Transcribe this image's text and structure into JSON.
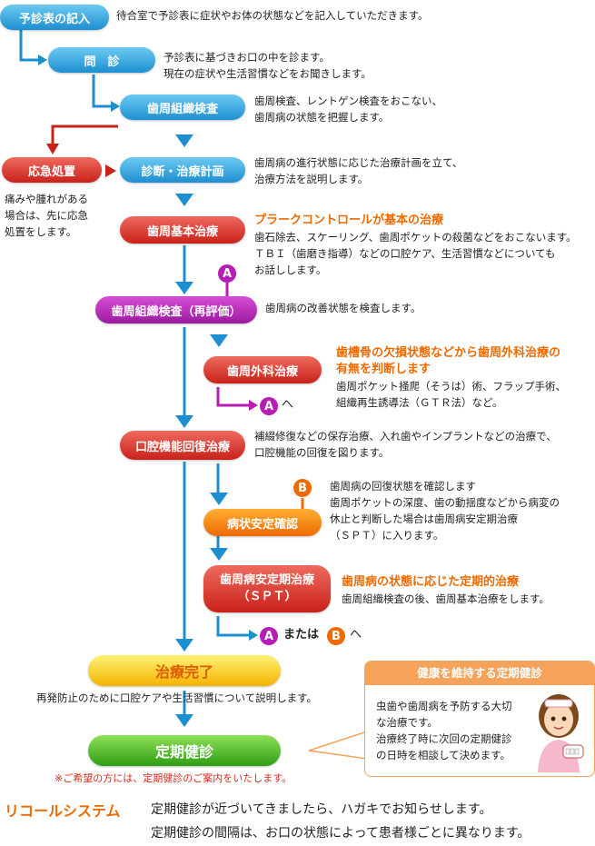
{
  "steps": {
    "s1": {
      "label": "予診表の記入",
      "desc": "待合室で予診表に症状やお体の状態などを記入していただきます。"
    },
    "s2": {
      "label": "問　診",
      "desc1": "予診表に基づきお口の中を診ます。",
      "desc2": "現在の症状や生活習慣などをお聞きします。"
    },
    "s3": {
      "label": "歯周組織検査",
      "desc1": "歯周検査、レントゲン検査をおこない、",
      "desc2": "歯周病の状態を把握します。"
    },
    "emergency": {
      "label": "応急処置",
      "desc1": "痛みや腫れがある",
      "desc2": "場合は、先に応急",
      "desc3": "処置をします。"
    },
    "s4": {
      "label": "診断・治療計画",
      "desc1": "歯周病の進行状態に応じた治療計画を立て、",
      "desc2": "治療方法を説明します。"
    },
    "s5": {
      "label": "歯周基本治療",
      "highlight": "プラークコントロールが基本の治療",
      "desc1": "歯石除去、スケーリング、歯周ポケットの殺菌などをおこないます。",
      "desc2": "ＴＢＩ（歯磨き指導）などの口腔ケア、生活習慣などについても",
      "desc3": "お話しします。"
    },
    "s6": {
      "label": "歯周組織検査（再評価）",
      "desc": "歯周病の改善状態を検査します。"
    },
    "s7": {
      "label": "歯周外科治療",
      "highlight1": "歯槽骨の欠損状態などから歯周外科治療の",
      "highlight2": "有無を判断します",
      "desc1": "歯周ポケット掻爬（そうは）術、フラップ手術、",
      "desc2": "組織再生誘導法（ＧＴＲ法）など。"
    },
    "s8": {
      "label": "口腔機能回復治療",
      "desc1": "補綴修復などの保存治療、入れ歯やインプラントなどの治療で、",
      "desc2": "口腔機能の回復を図ります。"
    },
    "s9": {
      "label": "病状安定確認",
      "desc1": "歯周病の回復状態を確認します",
      "desc2": "歯周ポケットの深度、歯の動揺度などから病変の",
      "desc3": "休止と判断した場合は歯周病安定期治療",
      "desc4": "（ＳＰＴ）に入ります。"
    },
    "s10": {
      "label1": "歯周病安定期治療",
      "label2": "（ＳＰＴ）",
      "highlight": "歯周病の状態に応じた定期的治療",
      "desc": "歯周組織検査の後、歯周基本治療をします。"
    },
    "s11": {
      "label": "治療完了",
      "desc": "再発防止のために口腔ケアや生活習慣について説明します。"
    },
    "s12": {
      "label": "定期健診",
      "note": "※ご希望の方には、定期健診のご案内をいたします。"
    }
  },
  "markers": {
    "a": "A",
    "b": "B",
    "to": "へ",
    "or": "または"
  },
  "callout": {
    "title": "健康を維持する定期健診",
    "line1": "虫歯や歯周病を予防する大切",
    "line2": "な治療です。",
    "line3": "治療終了時に次回の定期健診",
    "line4": "の日時を相談して決めます。"
  },
  "recall": {
    "title": "リコールシステム",
    "line1": "定期健診が近づいてきましたら、ハガキでお知らせします。",
    "line2": "定期健診の間隔は、お口の状態によって患者様ごとに異なります。"
  }
}
